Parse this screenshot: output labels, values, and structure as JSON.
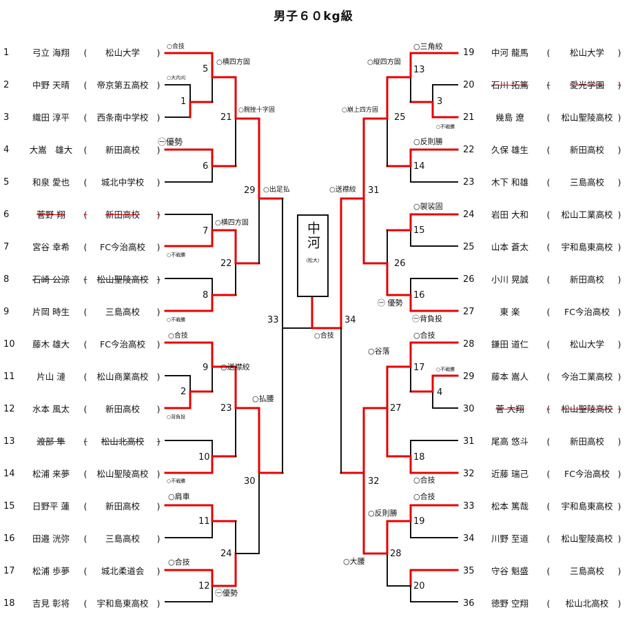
{
  "title": "男子６０kg級",
  "champion": {
    "name": "中河",
    "school": "（松大）"
  },
  "colors": {
    "winner_line": "#e60000",
    "line": "#111111"
  },
  "left_players": [
    {
      "seed": "1",
      "name": "弓立 海翔",
      "school": "松山大学",
      "withdrawn": false
    },
    {
      "seed": "2",
      "name": "中野 天晴",
      "school": "帝京第五高校",
      "withdrawn": false
    },
    {
      "seed": "3",
      "name": "織田 淳平",
      "school": "西条南中学校",
      "withdrawn": false
    },
    {
      "seed": "4",
      "name": "大嵩　雄大",
      "school": "新田高校",
      "withdrawn": false
    },
    {
      "seed": "5",
      "name": "和泉 愛也",
      "school": "城北中学校",
      "withdrawn": false
    },
    {
      "seed": "6",
      "name": "菅野 翔",
      "school": "新田高校",
      "withdrawn": true
    },
    {
      "seed": "7",
      "name": "宮谷 幸希",
      "school": "FC今治高校",
      "withdrawn": false
    },
    {
      "seed": "8",
      "name": "石崎 公涼",
      "school": "松山聖陵高校",
      "withdrawn": true
    },
    {
      "seed": "9",
      "name": "片岡 時生",
      "school": "三島高校",
      "withdrawn": false
    },
    {
      "seed": "10",
      "name": "藤木 雄大",
      "school": "FC今治高校",
      "withdrawn": false
    },
    {
      "seed": "11",
      "name": "片山 漣",
      "school": "松山商業高校",
      "withdrawn": false
    },
    {
      "seed": "12",
      "name": "水本 風太",
      "school": "新田高校",
      "withdrawn": false
    },
    {
      "seed": "13",
      "name": "渡部 隼",
      "school": "松山北高校",
      "withdrawn": true
    },
    {
      "seed": "14",
      "name": "松浦 来夢",
      "school": "松山聖陵高校",
      "withdrawn": false
    },
    {
      "seed": "15",
      "name": "日野平 蓮",
      "school": "新田高校",
      "withdrawn": false
    },
    {
      "seed": "16",
      "name": "田邉 洸弥",
      "school": "三島高校",
      "withdrawn": false
    },
    {
      "seed": "17",
      "name": "松浦 歩夢",
      "school": "城北柔道会",
      "withdrawn": false
    },
    {
      "seed": "18",
      "name": "吉見 彰将",
      "school": "宇和島東高校",
      "withdrawn": false
    }
  ],
  "right_players": [
    {
      "seed": "19",
      "name": "中河 龍馬",
      "school": "松山大学",
      "withdrawn": false
    },
    {
      "seed": "20",
      "name": "石川 拓篤",
      "school": "愛光学園",
      "withdrawn": true
    },
    {
      "seed": "21",
      "name": "幾島 遼",
      "school": "松山聖陵高校",
      "withdrawn": false
    },
    {
      "seed": "22",
      "name": "久保 雄生",
      "school": "新田高校",
      "withdrawn": false
    },
    {
      "seed": "23",
      "name": "木下 和雄",
      "school": "三島高校",
      "withdrawn": false
    },
    {
      "seed": "24",
      "name": "岩田 大和",
      "school": "松山工業高校",
      "withdrawn": false
    },
    {
      "seed": "25",
      "name": "山本 蒼太",
      "school": "宇和島東高校",
      "withdrawn": false
    },
    {
      "seed": "26",
      "name": "小川 晃誠",
      "school": "新田高校",
      "withdrawn": false
    },
    {
      "seed": "27",
      "name": "東 楽",
      "school": "FC今治高校",
      "withdrawn": false
    },
    {
      "seed": "28",
      "name": "鎌田 道仁",
      "school": "松山大学",
      "withdrawn": false
    },
    {
      "seed": "29",
      "name": "藤本 嵩人",
      "school": "今治工業高校",
      "withdrawn": false
    },
    {
      "seed": "30",
      "name": "菅 大翔",
      "school": "松山聖陵高校",
      "withdrawn": true
    },
    {
      "seed": "31",
      "name": "尾高 悠斗",
      "school": "新田高校",
      "withdrawn": false
    },
    {
      "seed": "32",
      "name": "近藤 瑞己",
      "school": "FC今治高校",
      "withdrawn": false
    },
    {
      "seed": "33",
      "name": "松本 篤哉",
      "school": "宇和島東高校",
      "withdrawn": false
    },
    {
      "seed": "34",
      "name": "川野 至道",
      "school": "松山聖陵高校",
      "withdrawn": false
    },
    {
      "seed": "35",
      "name": "守谷 魁盛",
      "school": "三島高校",
      "withdrawn": false
    },
    {
      "seed": "36",
      "name": "徳野 空翔",
      "school": "松山北高校",
      "withdrawn": false
    }
  ],
  "match_numbers": [
    "1",
    "2",
    "3",
    "4",
    "5",
    "6",
    "7",
    "8",
    "9",
    "10",
    "11",
    "12",
    "13",
    "14",
    "15",
    "16",
    "17",
    "18",
    "19",
    "20",
    "21",
    "22",
    "23",
    "24",
    "25",
    "26",
    "27",
    "28",
    "29",
    "30",
    "31",
    "32",
    "33",
    "34"
  ],
  "results": {
    "r1": "○合技",
    "r2": "○大内刈",
    "r3": "㊀優勢",
    "r4": "○横四方固",
    "r5": "○不戦勝",
    "r6": "○不戦勝",
    "r7": "○腕挫十字固",
    "r8": "○出足払",
    "r9": "○横四方固",
    "r10": "○送襟絞",
    "r11": "○背負投",
    "r12": "○払腰",
    "r13": "○不戦勝",
    "r14": "○肩車",
    "r15": "○合技",
    "r16": "㊀優勢",
    "r17": "○合技",
    "r18": "○三角絞",
    "r19": "○縦四方固",
    "r20": "○不戦勝",
    "r21": "○崩上四方固",
    "r22": "○反則勝",
    "r23": "○送襟絞",
    "r24": "○袈裟固",
    "r25": "㊀ 優勢",
    "r26": "㊀背負投",
    "r27": "○合技",
    "r28": "○谷落",
    "r29": "○不戦勝",
    "r30": "○合技",
    "r31": "○合技",
    "r32": "○反則勝",
    "r33": "○大腰",
    "r34": "○合技"
  }
}
